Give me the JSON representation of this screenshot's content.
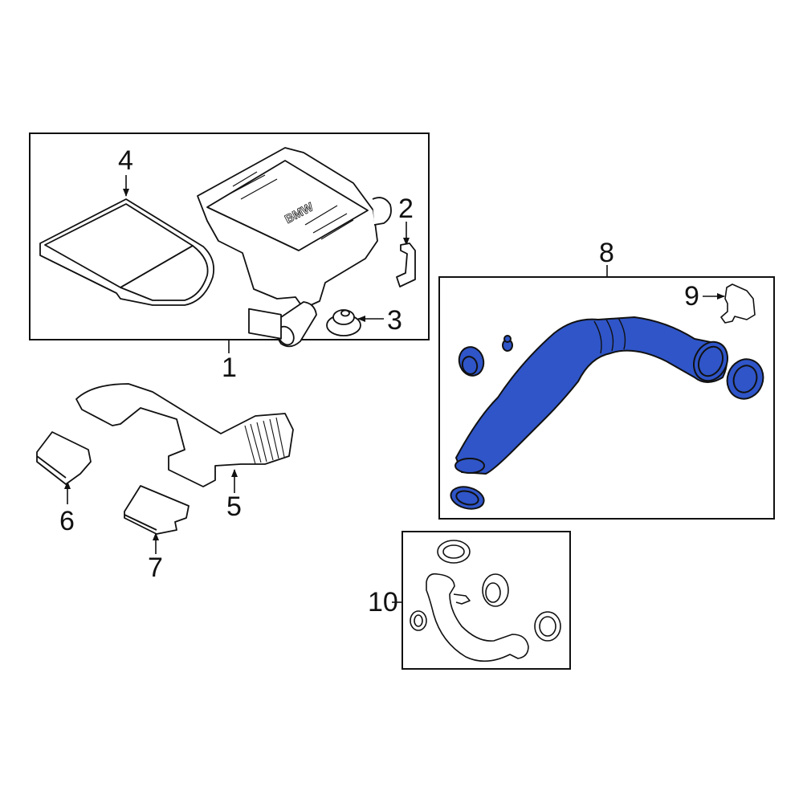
{
  "diagram": {
    "title": "Air intake system exploded parts diagram",
    "brand_mark": "BMW",
    "highlight_color": "#2f55c8",
    "outline_color": "#111111",
    "callouts": [
      {
        "id": "1",
        "label": "1",
        "part": "air cleaner assembly (group box)"
      },
      {
        "id": "2",
        "label": "2",
        "part": "bracket"
      },
      {
        "id": "3",
        "label": "3",
        "part": "grommet"
      },
      {
        "id": "4",
        "label": "4",
        "part": "air filter element"
      },
      {
        "id": "5",
        "label": "5",
        "part": "intake duct"
      },
      {
        "id": "6",
        "label": "6",
        "part": "duct inlet piece"
      },
      {
        "id": "7",
        "label": "7",
        "part": "duct inlet piece"
      },
      {
        "id": "8",
        "label": "8",
        "part": "intake hose assembly (highlighted group box)"
      },
      {
        "id": "9",
        "label": "9",
        "part": "sensor / connector"
      },
      {
        "id": "10",
        "label": "10",
        "part": "intake pipe kit (group box)"
      }
    ]
  }
}
